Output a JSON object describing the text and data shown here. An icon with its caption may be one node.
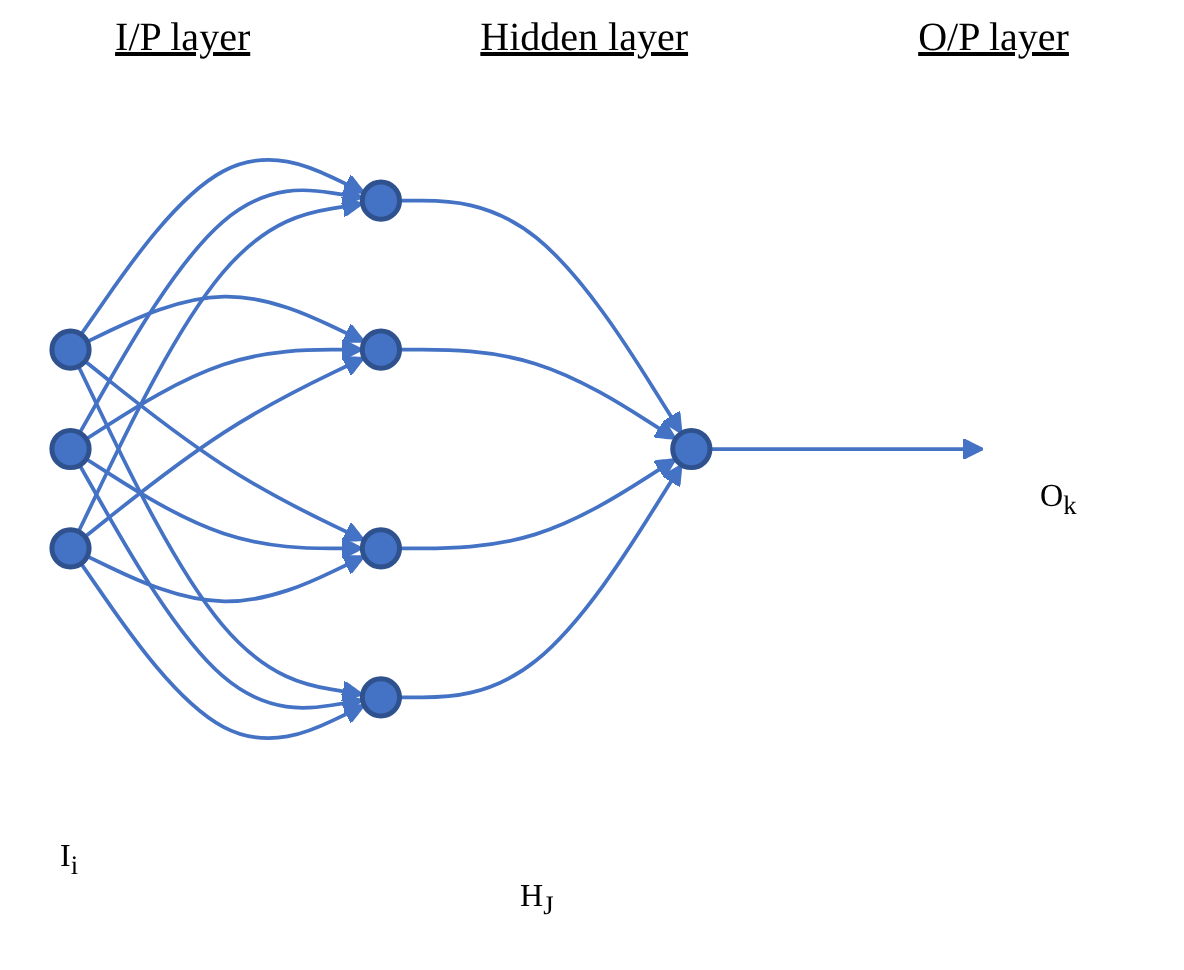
{
  "diagram": {
    "nodes": [
      {
        "text": [],
        "shape": "circle"
      },
      {
        "text": [],
        "shape": "circle"
      },
      {
        "text": [],
        "shape": "circle"
      },
      {
        "text": [],
        "shape": "circle"
      },
      {
        "text": [],
        "shape": "circle"
      },
      {
        "text": [],
        "shape": "circle"
      },
      {
        "text": [],
        "shape": "circle"
      },
      {
        "text": [],
        "shape": "circle"
      }
    ],
    "edges": [
      {
        "from": 0,
        "to": 3,
        "arrow": "to"
      },
      {
        "from": 0,
        "to": 4,
        "arrow": "to"
      },
      {
        "from": 0,
        "to": 5,
        "arrow": "to"
      },
      {
        "from": 0,
        "to": 6,
        "arrow": "to"
      },
      {
        "from": 1,
        "to": 3,
        "arrow": "to"
      },
      {
        "from": 1,
        "to": 4,
        "arrow": "to"
      },
      {
        "from": 1,
        "to": 5,
        "arrow": "to"
      },
      {
        "from": 1,
        "to": 6,
        "arrow": "to"
      },
      {
        "from": 2,
        "to": 3,
        "arrow": "to"
      },
      {
        "from": 2,
        "to": 4,
        "arrow": "to"
      },
      {
        "from": 2,
        "to": 5,
        "arrow": "to"
      },
      {
        "from": 2,
        "to": 6,
        "arrow": "to"
      },
      {
        "from": 3,
        "to": 7,
        "arrow": "to"
      },
      {
        "from": 4,
        "to": 7,
        "arrow": "to"
      },
      {
        "from": 5,
        "to": 7,
        "arrow": "to"
      },
      {
        "from": 6,
        "to": 7,
        "arrow": "to"
      },
      {
        "from": 7,
        "to": null,
        "arrow": "to"
      }
    ],
    "labels": [
      "I/P layer",
      "Hidden layer",
      "O/P layer",
      "O$_{k}$",
      "I$_{i}$",
      "H$_{J}$"
    ]
  }
}
